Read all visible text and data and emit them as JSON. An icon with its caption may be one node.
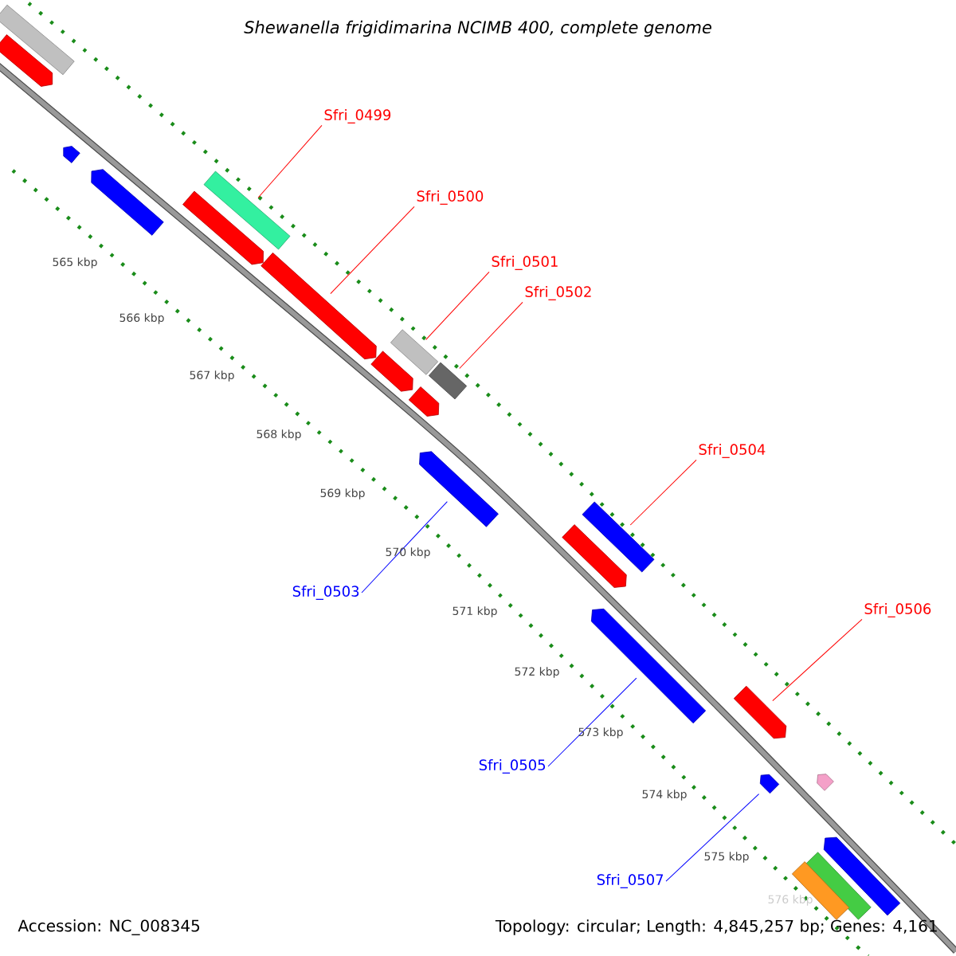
{
  "diagram": {
    "title": "Shewanella frigidimarina NCIMB 400, complete genome",
    "nodes": [
      {
        "text": [
          "Sfri_0499"
        ]
      },
      {
        "text": [
          "Sfri_0500"
        ]
      },
      {
        "text": [
          "Sfri_0501"
        ]
      },
      {
        "text": [
          "Sfri_0502"
        ]
      },
      {
        "text": [
          "Sfri_0504"
        ]
      },
      {
        "text": [
          "Sfri_0503"
        ]
      },
      {
        "text": [
          "Sfri_0506"
        ]
      },
      {
        "text": [
          "Sfri_0505"
        ]
      },
      {
        "text": [
          "Sfri_0507"
        ]
      },
      {
        "text": [],
        "shape": "bar"
      },
      {
        "text": [],
        "shape": "arrow"
      },
      {
        "text": [],
        "shape": "arrow"
      },
      {
        "text": [],
        "shape": "arrow"
      },
      {
        "text": [],
        "shape": "bar"
      },
      {
        "text": [],
        "shape": "arrow"
      },
      {
        "text": [],
        "shape": "arrow"
      },
      {
        "text": [],
        "shape": "bar"
      },
      {
        "text": [],
        "shape": "arrow"
      },
      {
        "text": [],
        "shape": "bar"
      },
      {
        "text": [],
        "shape": "arrow"
      },
      {
        "text": [],
        "shape": "arrow"
      },
      {
        "text": [],
        "shape": "bar"
      },
      {
        "text": [],
        "shape": "arrow"
      },
      {
        "text": [],
        "shape": "arrow"
      },
      {
        "text": [],
        "shape": "arrow"
      },
      {
        "text": [],
        "shape": "arrow"
      },
      {
        "text": [],
        "shape": "arrow"
      },
      {
        "text": [],
        "shape": "arrow"
      },
      {
        "text": [],
        "shape": "bar"
      },
      {
        "text": [],
        "shape": "bar"
      }
    ],
    "edges": [
      {
        "from": 0,
        "to": 13,
        "arrow": "none"
      },
      {
        "from": 1,
        "to": 15,
        "arrow": "none"
      },
      {
        "from": 2,
        "to": 16,
        "arrow": "none"
      },
      {
        "from": 3,
        "to": 18,
        "arrow": "none"
      },
      {
        "from": 4,
        "to": 21,
        "arrow": "none"
      },
      {
        "from": 5,
        "to": 20,
        "arrow": "none",
        "color": "#0000ff"
      },
      {
        "from": 6,
        "to": 24,
        "arrow": "none"
      },
      {
        "from": 7,
        "to": 23,
        "arrow": "none",
        "color": "#0000ff"
      },
      {
        "from": 8,
        "to": 26,
        "arrow": "none",
        "color": "#0000ff"
      }
    ],
    "labels": [
      "565 kbp",
      "566 kbp",
      "567 kbp",
      "568 kbp",
      "569 kbp",
      "570 kbp",
      "571 kbp",
      "572 kbp",
      "573 kbp",
      "574 kbp",
      "575 kbp",
      "576 kbp",
      "Accession: NC_008345",
      "Topology: circular; Length: 4,845,257 bp; Genes: 4,161"
    ]
  }
}
